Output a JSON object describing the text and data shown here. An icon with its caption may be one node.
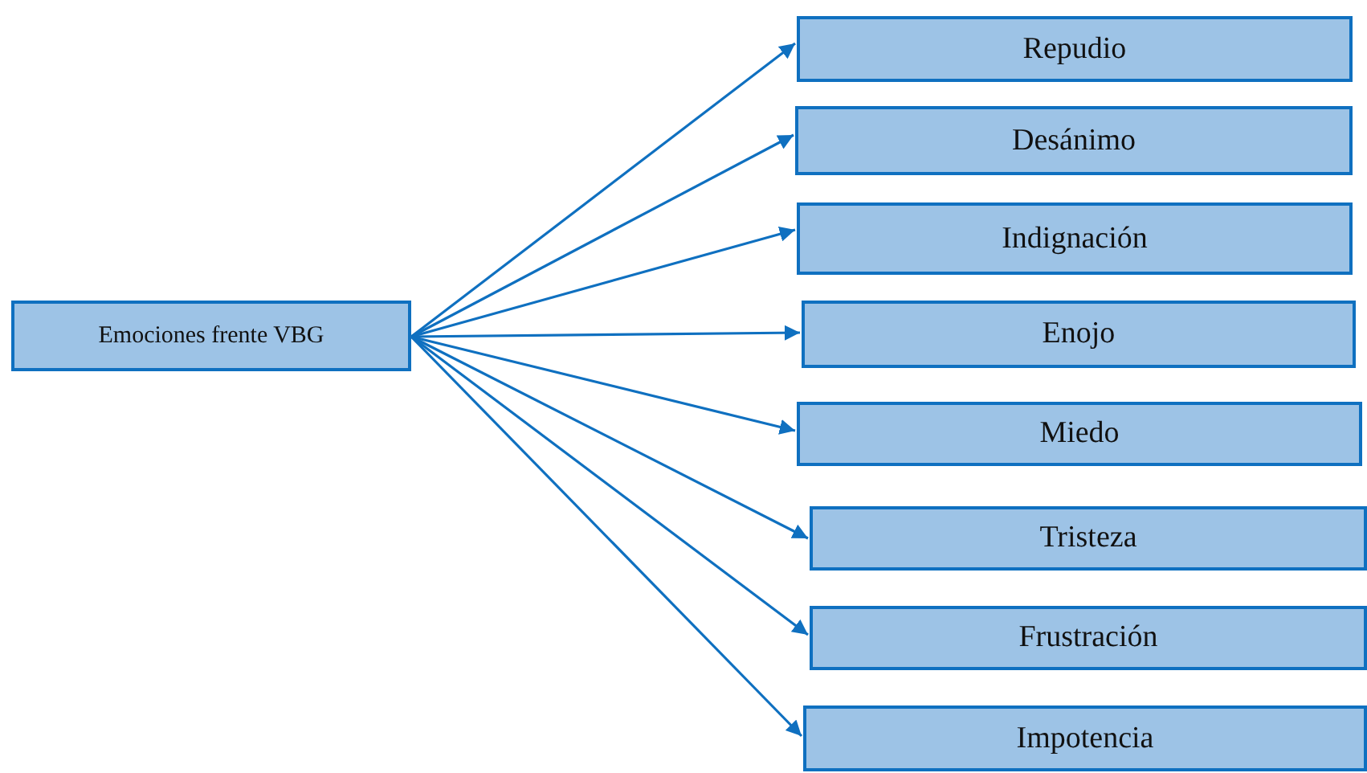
{
  "diagram": {
    "nodes": [
      {
        "text": [
          "Emociones frente VBG"
        ]
      },
      {
        "text": [
          "Repudio"
        ]
      },
      {
        "text": [
          "Desánimo"
        ]
      },
      {
        "text": [
          "Indignación"
        ]
      },
      {
        "text": [
          "Enojo"
        ]
      },
      {
        "text": [
          "Miedo"
        ]
      },
      {
        "text": [
          "Tristeza"
        ]
      },
      {
        "text": [
          "Frustración"
        ]
      },
      {
        "text": [
          "Impotencia"
        ]
      }
    ],
    "edges": [
      {
        "from": 0,
        "to": 1,
        "arrow": "to"
      },
      {
        "from": 0,
        "to": 2,
        "arrow": "to"
      },
      {
        "from": 0,
        "to": 3,
        "arrow": "to"
      },
      {
        "from": 0,
        "to": 4,
        "arrow": "to"
      },
      {
        "from": 0,
        "to": 5,
        "arrow": "to"
      },
      {
        "from": 0,
        "to": 6,
        "arrow": "to"
      },
      {
        "from": 0,
        "to": 7,
        "arrow": "to"
      },
      {
        "from": 0,
        "to": 8,
        "arrow": "to"
      }
    ]
  }
}
